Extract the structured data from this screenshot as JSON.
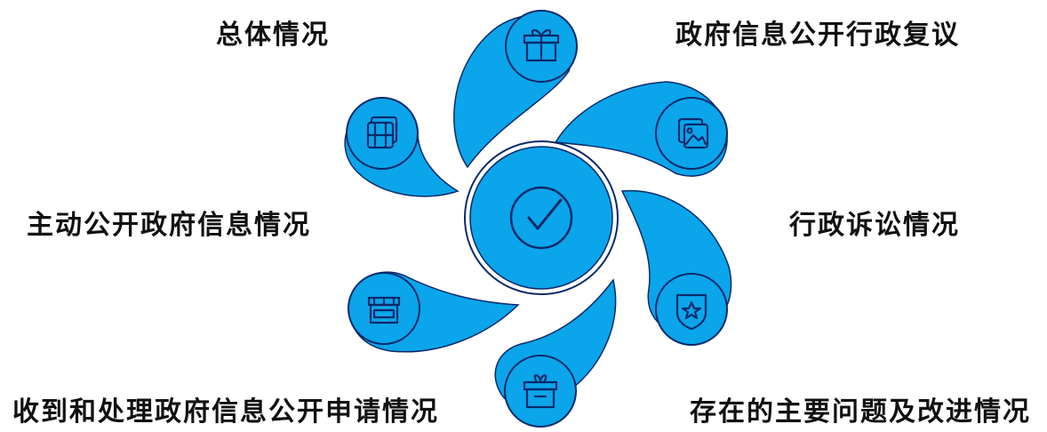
{
  "colors": {
    "blade": "#0aa5ea",
    "blade_edge": "#0b2a6b",
    "icon_stroke": "#0b2a6b",
    "center": "#0aa5ea",
    "text": "#111111",
    "background": "#ffffff"
  },
  "center": {
    "icon": "check-circle-icon"
  },
  "sections": [
    {
      "label": "总体情况",
      "icon": "gift-icon"
    },
    {
      "label": "政府信息公开行政复议",
      "icon": "image-gallery-icon"
    },
    {
      "label": "行政诉讼情况",
      "icon": "badge-star-icon"
    },
    {
      "label": "存在的主要问题及改进情况",
      "icon": "box-icon"
    },
    {
      "label": "收到和处理政府信息公开申请情况",
      "icon": "storefront-icon"
    },
    {
      "label": "主动公开政府信息情况",
      "icon": "film-window-icon"
    }
  ]
}
